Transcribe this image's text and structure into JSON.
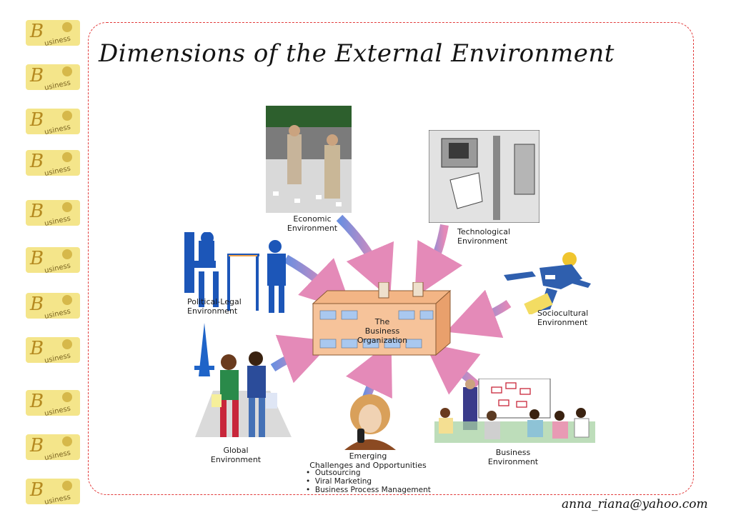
{
  "slide": {
    "title": "Dimensions of the External Environment",
    "signature": "anna_riana@yahoo.com"
  },
  "side_logo": {
    "repeat_count": 11
  },
  "diagram": {
    "center": {
      "line1": "The",
      "line2": "Business",
      "line3": "Organization"
    },
    "economic": {
      "line1": "Economic",
      "line2": "Environment"
    },
    "technological": {
      "line1": "Technological",
      "line2": "Environment"
    },
    "political": {
      "line1": "Political-Legal",
      "line2": "Environment"
    },
    "sociocultural": {
      "line1": "Sociocultural",
      "line2": "Environment"
    },
    "global": {
      "line1": "Global",
      "line2": "Environment"
    },
    "emerging": {
      "line1": "Emerging",
      "line2": "Challenges and Opportunities",
      "bullets": [
        "Outsourcing",
        "Viral Marketing",
        "Business Process Management"
      ]
    },
    "business_env": {
      "line1": "Business",
      "line2": "Environment"
    }
  },
  "colors": {
    "frame": "#e23b3b",
    "arrow_start": "#6a8fe0",
    "arrow_end": "#e48ab8",
    "building": "#f6c39a",
    "window": "#a9c8ef",
    "figure_blue": "#1c56b8"
  }
}
